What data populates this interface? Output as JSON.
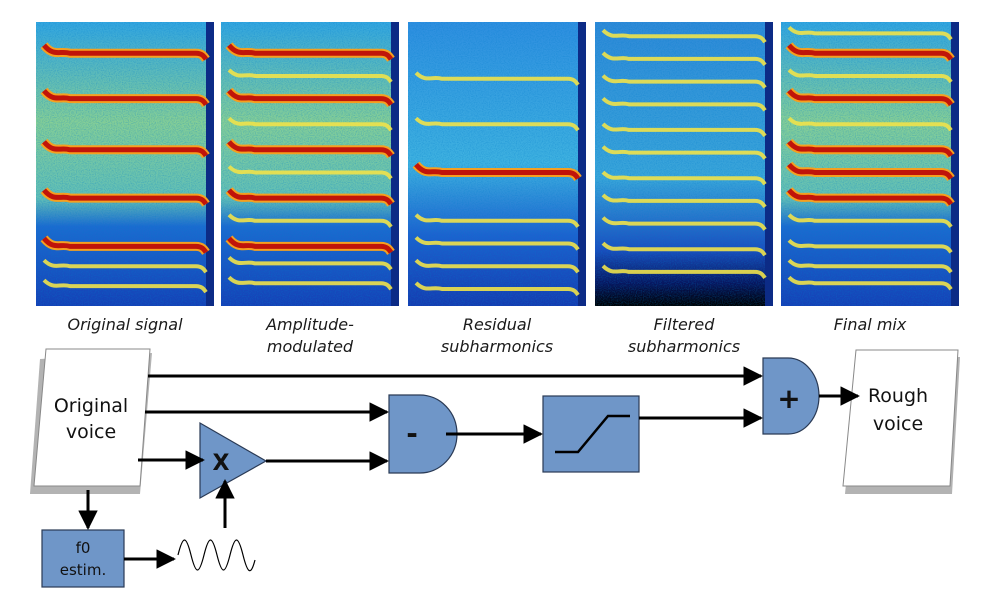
{
  "spectrograms": [
    {
      "id": "original",
      "caption_lines": [
        "Original signal"
      ],
      "harmonics": [
        0.11,
        0.27,
        0.45,
        0.62,
        0.79
      ],
      "faint": [
        0.86,
        0.93
      ],
      "background": "mixed"
    },
    {
      "id": "amplitude",
      "caption_lines": [
        "Amplitude-",
        "modulated"
      ],
      "harmonics": [
        0.11,
        0.27,
        0.45,
        0.62,
        0.79
      ],
      "faint": [
        0.19,
        0.36,
        0.53,
        0.7,
        0.85,
        0.92
      ],
      "background": "mixed"
    },
    {
      "id": "residual",
      "caption_lines": [
        "Residual",
        "subharmonics"
      ],
      "harmonics": [
        0.53
      ],
      "faint": [
        0.2,
        0.36,
        0.7,
        0.78,
        0.86,
        0.94
      ],
      "background": "cool"
    },
    {
      "id": "filtered",
      "caption_lines": [
        "Filtered",
        "subharmonics"
      ],
      "harmonics": [],
      "faint": [
        0.05,
        0.13,
        0.21,
        0.29,
        0.38,
        0.46,
        0.55,
        0.63,
        0.71,
        0.8,
        0.88
      ],
      "background": "coolfade"
    },
    {
      "id": "finalmix",
      "caption_lines": [
        "Final mix"
      ],
      "harmonics": [
        0.11,
        0.27,
        0.45,
        0.53,
        0.62
      ],
      "faint": [
        0.04,
        0.19,
        0.36,
        0.7,
        0.79,
        0.86,
        0.92
      ],
      "background": "mixed"
    }
  ],
  "blocks": {
    "input": {
      "lines": [
        "Original",
        "voice"
      ]
    },
    "output": {
      "lines": [
        "Rough",
        "voice"
      ]
    },
    "f0": {
      "lines": [
        "f0",
        "estim."
      ]
    },
    "multiplier": {
      "symbol": "X"
    },
    "subtractor": {
      "symbol": "-"
    },
    "adder": {
      "symbol": "+"
    }
  },
  "colors": {
    "block_fill": "#6f96c8",
    "block_stroke": "#2a3a55",
    "arrow": "#000000",
    "paper_shadow": "#b3b3b3"
  }
}
